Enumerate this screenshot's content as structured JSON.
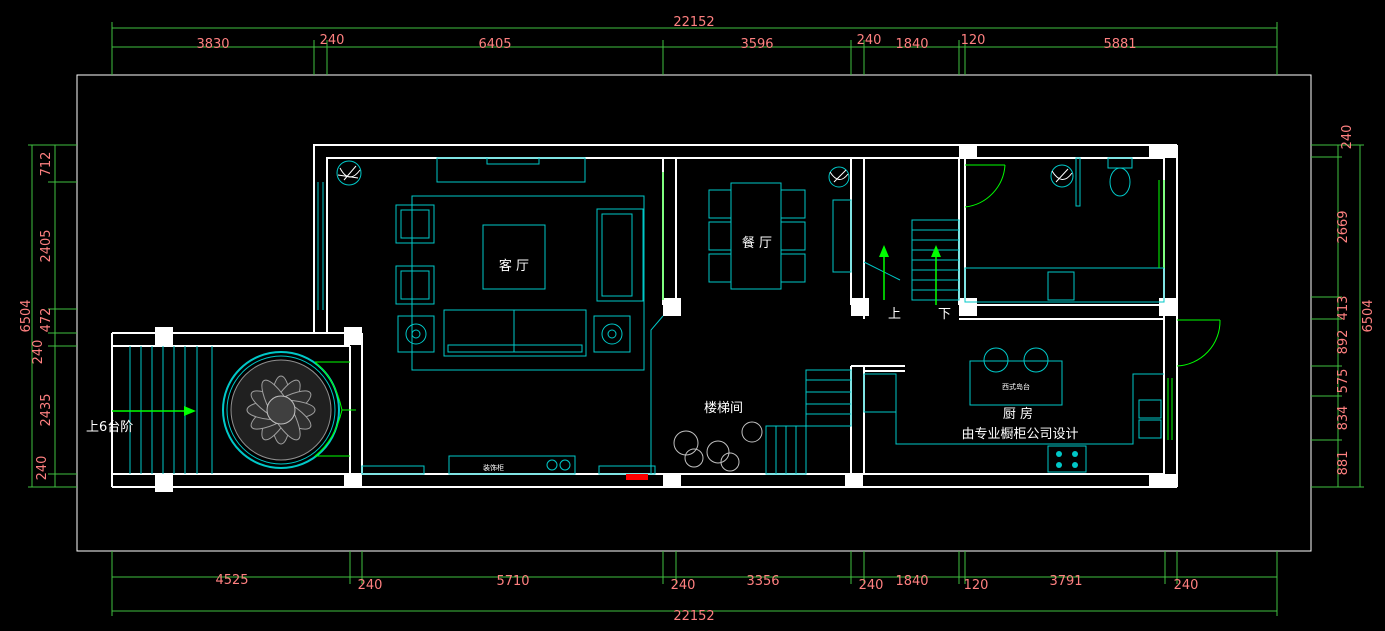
{
  "drawing": {
    "top_overall": "22152",
    "bottom_overall": "22152",
    "top_dims": [
      "3830",
      "240",
      "6405",
      "3596",
      "240",
      "1840",
      "120",
      "5881"
    ],
    "bottom_dims": [
      "4525",
      "240",
      "5710",
      "240",
      "3356",
      "240",
      "1840",
      "120",
      "3791",
      "240"
    ],
    "left_overall": "6504",
    "left_dims": [
      "712",
      "2405",
      "472",
      "240",
      "2435",
      "240"
    ],
    "right_overall": "6504",
    "right_dims": [
      "240",
      "2669",
      "413",
      "892",
      "575",
      "834",
      "881"
    ]
  },
  "rooms": {
    "living": "客  厅",
    "dining": "餐  厅",
    "stair_hall": "楼梯间",
    "kitchen": "厨   房",
    "kitchen_note": "由专业橱柜公司设计",
    "entry": "上6台阶",
    "up": "上",
    "down": "下"
  },
  "furniture": {
    "island": "西式岛台",
    "cabinet": "装饰柜"
  },
  "colors": {
    "dimension_text": "#ff8080",
    "dimension_line": "#40c040",
    "wall": "#ffffff",
    "furniture": "#00c8c8",
    "arrow": "#00ff00"
  }
}
